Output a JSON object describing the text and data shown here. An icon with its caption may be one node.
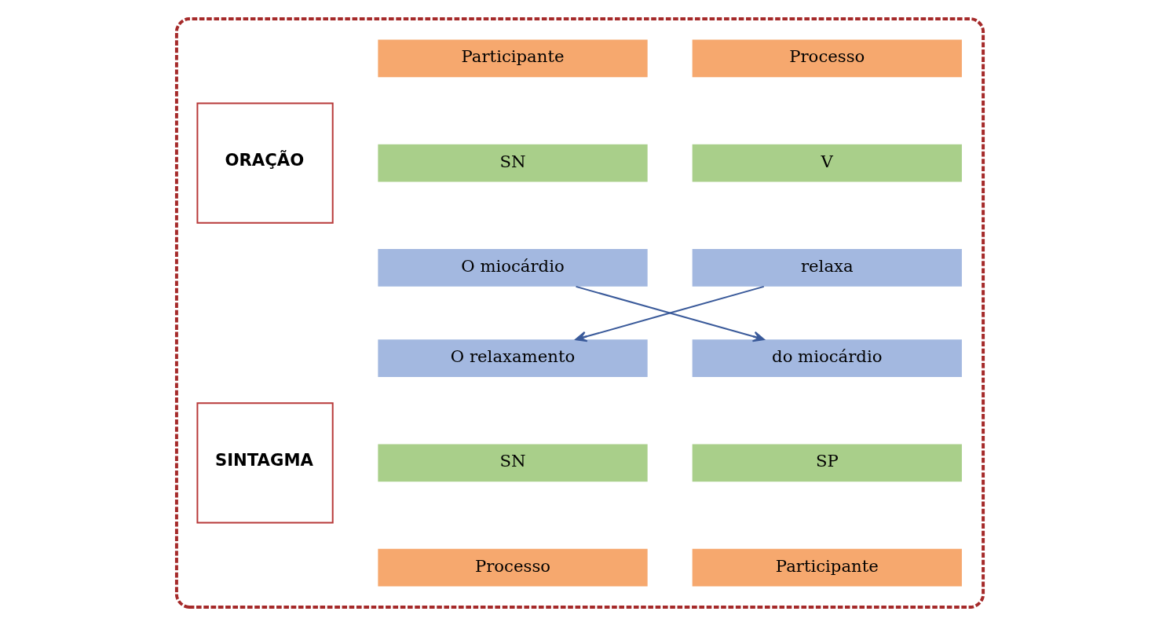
{
  "diagram": {
    "nodes": [
      {
        "text": [],
        "shape": "box"
      },
      {
        "text": [
          "ORAÇÃO"
        ],
        "in": 0
      },
      {
        "text": [
          "Participante"
        ],
        "in": 0
      },
      {
        "text": [
          "Processo"
        ],
        "in": 0
      },
      {
        "text": [
          "SN"
        ],
        "in": 0
      },
      {
        "text": [
          "V"
        ],
        "in": 0
      },
      {
        "text": [
          "O miocárdio"
        ],
        "in": 0
      },
      {
        "text": [
          "relaxa"
        ],
        "in": 0
      },
      {
        "text": [
          "SINTAGMA"
        ],
        "in": 0
      },
      {
        "text": [
          "O relaxamento"
        ],
        "in": 0
      },
      {
        "text": [
          "do miocárdio"
        ],
        "in": 0
      },
      {
        "text": [
          "SN"
        ],
        "in": 0
      },
      {
        "text": [
          "SP"
        ],
        "in": 0
      },
      {
        "text": [
          "Processo"
        ],
        "in": 0
      },
      {
        "text": [
          "Participante"
        ],
        "in": 0
      }
    ],
    "edges": [
      {
        "from": 6,
        "to": 10,
        "arrow": "to"
      },
      {
        "from": 7,
        "to": 9,
        "arrow": "to"
      }
    ]
  }
}
